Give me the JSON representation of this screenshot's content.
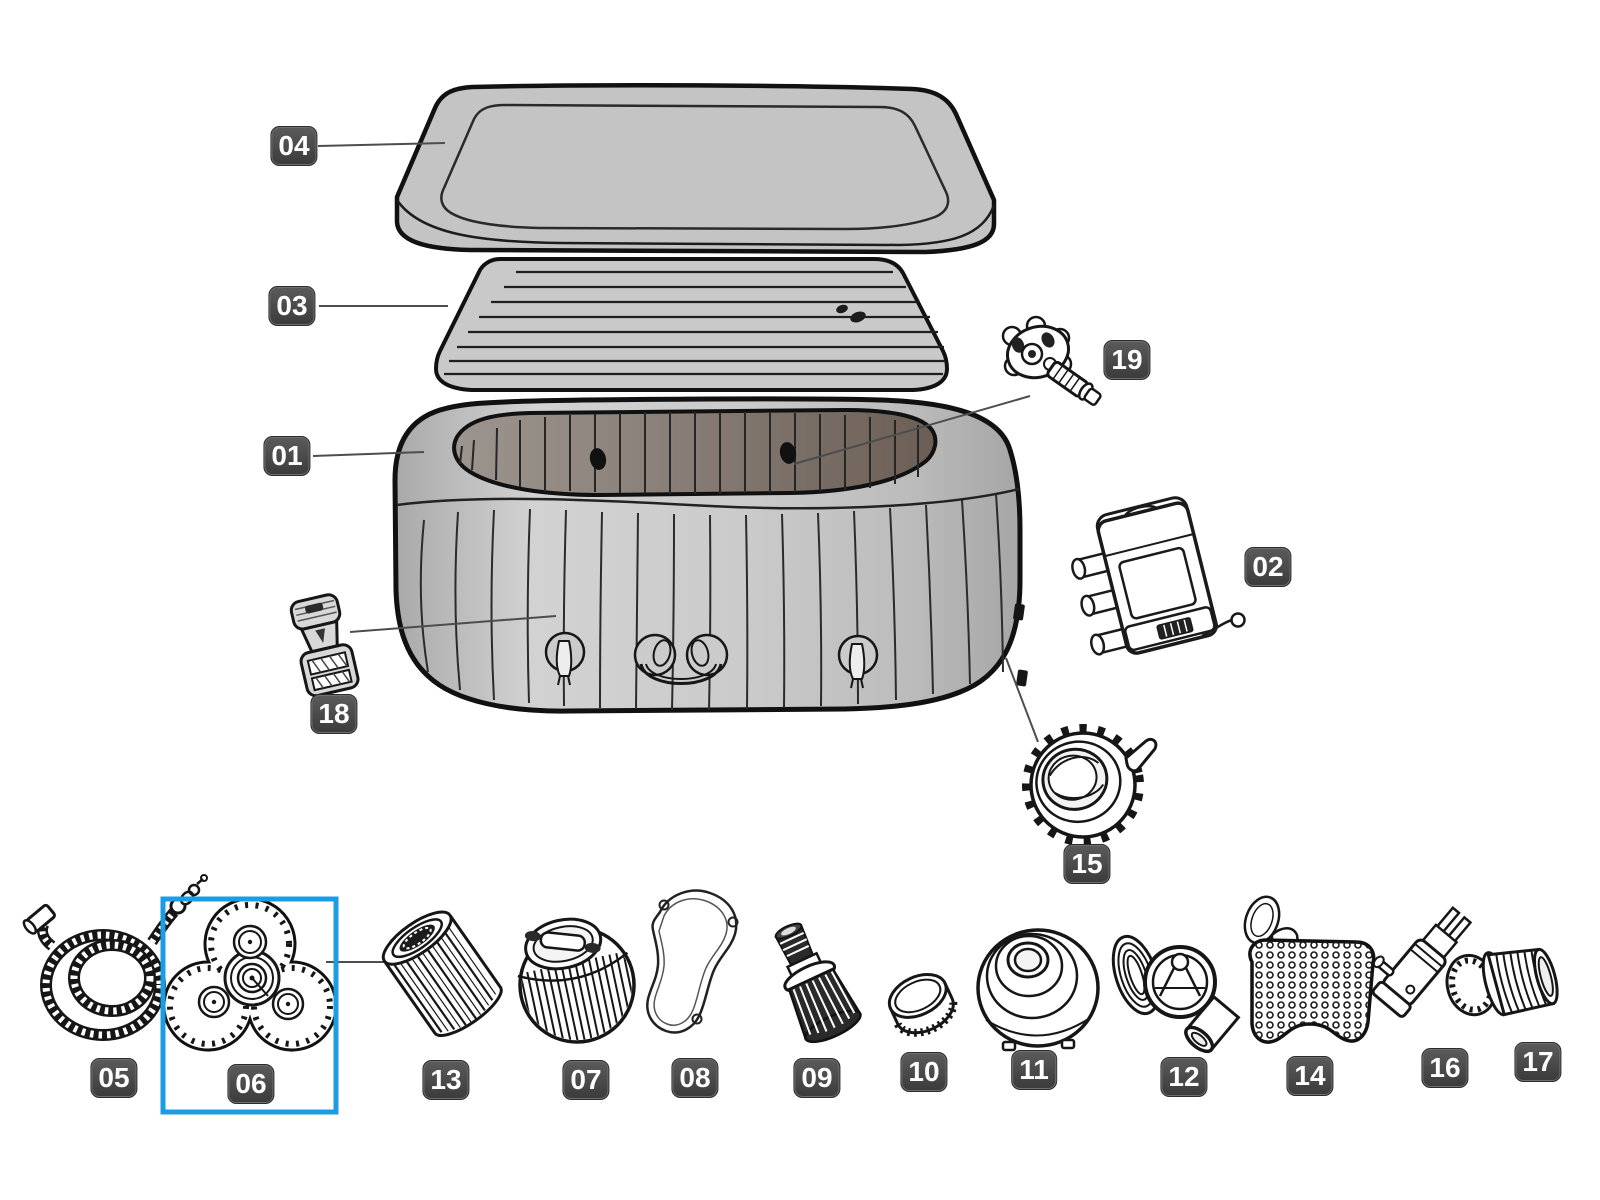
{
  "selection": {
    "selected_part_label": "06",
    "highlight_color": "#1b9ce4"
  },
  "palette": {
    "badge_bg": "#454545",
    "badge_text": "#ffffff",
    "line_color": "#1a1a1a",
    "body_gray": "#c6c6c6",
    "interior_taupe": "#6b5e55"
  },
  "parts": {
    "p01": {
      "label": "01",
      "name": "inflatable-spa-tub-body"
    },
    "p02": {
      "label": "02",
      "name": "pump-heater-control-unit"
    },
    "p03": {
      "label": "03",
      "name": "inflatable-floor-bladder"
    },
    "p04": {
      "label": "04",
      "name": "inflatable-cover-lid"
    },
    "p05": {
      "label": "05",
      "name": "coiled-inflation-hose"
    },
    "p06": {
      "label": "06",
      "name": "bubble-jet-base-manifold",
      "selected": true
    },
    "p07": {
      "label": "07",
      "name": "filter-housing-cap"
    },
    "p08": {
      "label": "08",
      "name": "filter-housing-shell"
    },
    "p09": {
      "label": "09",
      "name": "stepped-hose-adapter"
    },
    "p10": {
      "label": "10",
      "name": "threaded-stopper-cap"
    },
    "p11": {
      "label": "11",
      "name": "round-housing-dome"
    },
    "p12": {
      "label": "12",
      "name": "elbow-strainer-fitting"
    },
    "p13": {
      "label": "13",
      "name": "filter-cartridge"
    },
    "p14": {
      "label": "14",
      "name": "mesh-screen-pad-with-suction-cup"
    },
    "p15": {
      "label": "15",
      "name": "locking-ring-nut"
    },
    "p16": {
      "label": "16",
      "name": "valve-stem-tool"
    },
    "p17": {
      "label": "17",
      "name": "threaded-drain-connector"
    },
    "p18": {
      "label": "18",
      "name": "strap-buckle-clip"
    },
    "p19": {
      "label": "19",
      "name": "massage-jet-nozzle"
    }
  }
}
